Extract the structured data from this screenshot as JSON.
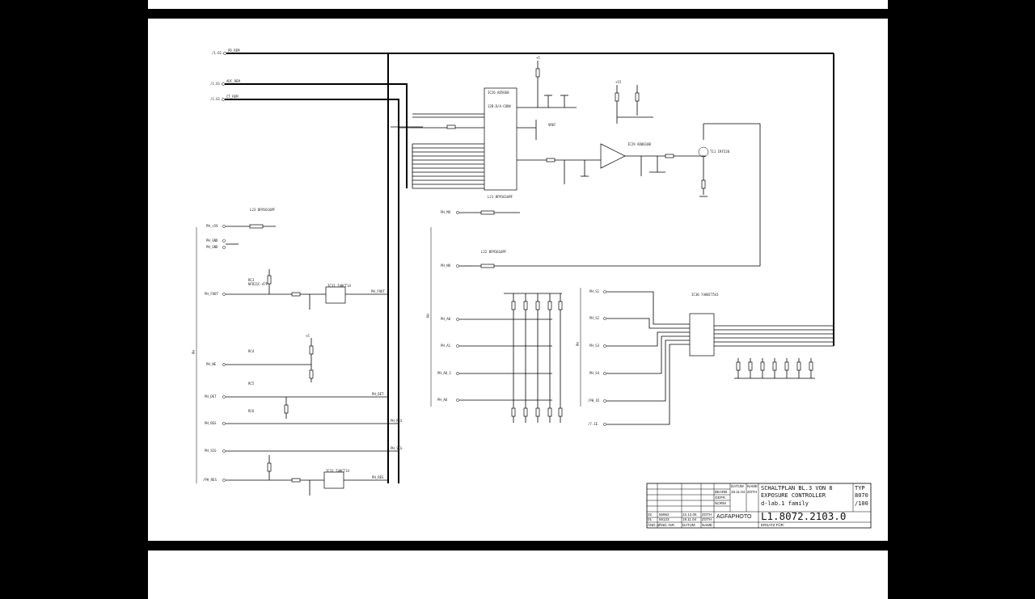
{
  "schematic": {
    "inputs_top": [
      {
        "ref": "/1.61",
        "net": "PD_REM"
      },
      {
        "ref": "/1.61",
        "net": "ADC_REM"
      },
      {
        "ref": "/1.61",
        "net": "CT_REM"
      }
    ],
    "left_inputs": [
      "PH_+5V",
      "PH_GND",
      "PH_GND",
      "PH_FOOT",
      "PH_NE",
      "PH_DET",
      "PH_RES",
      "PH_SIG",
      "/PH_RES"
    ],
    "left_outputs": [
      "PH_FOOT",
      "PH_DET",
      "PH_RES",
      "PH_SIG",
      "PH_RES"
    ],
    "mid_inputs": [
      "PH_MO",
      "PH_NO",
      "PH_A0",
      "PH_A1",
      "PH_A0_1",
      "PH_A0"
    ],
    "right_inputs": [
      "PH_S1",
      "PH_S2",
      "PH_S3",
      "PH_S4",
      "/PH_S5",
      "/7.1E"
    ],
    "ic_labels": [
      "IC26 AD5660",
      "IC29 AD8610B",
      "IC30 74ABCT541",
      "IC31 74HCT14",
      "IC31 74HCT14"
    ],
    "transistor_label": "T11 IRF520",
    "voltage_labels": [
      "+5",
      "+15",
      "+5V",
      "VREF"
    ],
    "filter_labels": [
      "L21 BFM1610PF",
      "L22 BFM1610PF",
      "L23 BFM1610PF"
    ],
    "network_labels": [
      "RC3",
      "RC4",
      "RC5",
      "RC6",
      "NFR21C-47P"
    ],
    "side_label": "PH"
  },
  "title_block": {
    "hdr_datum": "DATUM",
    "hdr_name": "NAME",
    "bearb_label": "BEARB",
    "bearb_date": "19.11.04",
    "bearb_name": "ZOTH",
    "gepr_label": "GEPR.",
    "norm_label": "NORM",
    "title_line1": "SCHALTPLAN    BL.3 VON 8",
    "title_line2": "EXPOSURE CONTROLLER",
    "title_line3": "d-lab.1 family",
    "typ_label": "TYP",
    "typ_value": "8070",
    "typ_sub": "/100",
    "brand": "AGFAPHOTO",
    "drawing_number": "L1.8072.2103.0",
    "rev_rows": [
      {
        "idx": "02",
        "n": "56962",
        "date": "22.12.05",
        "name": "ZOTH"
      },
      {
        "idx": "01",
        "n": "56123",
        "date": "19.11.04",
        "name": "ZOTH"
      }
    ],
    "footer": [
      "ÄND.-Z",
      "ÄND.-NR.",
      "DATUM",
      "NAME"
    ],
    "ersatz": "ERSATZ FÜR:"
  }
}
